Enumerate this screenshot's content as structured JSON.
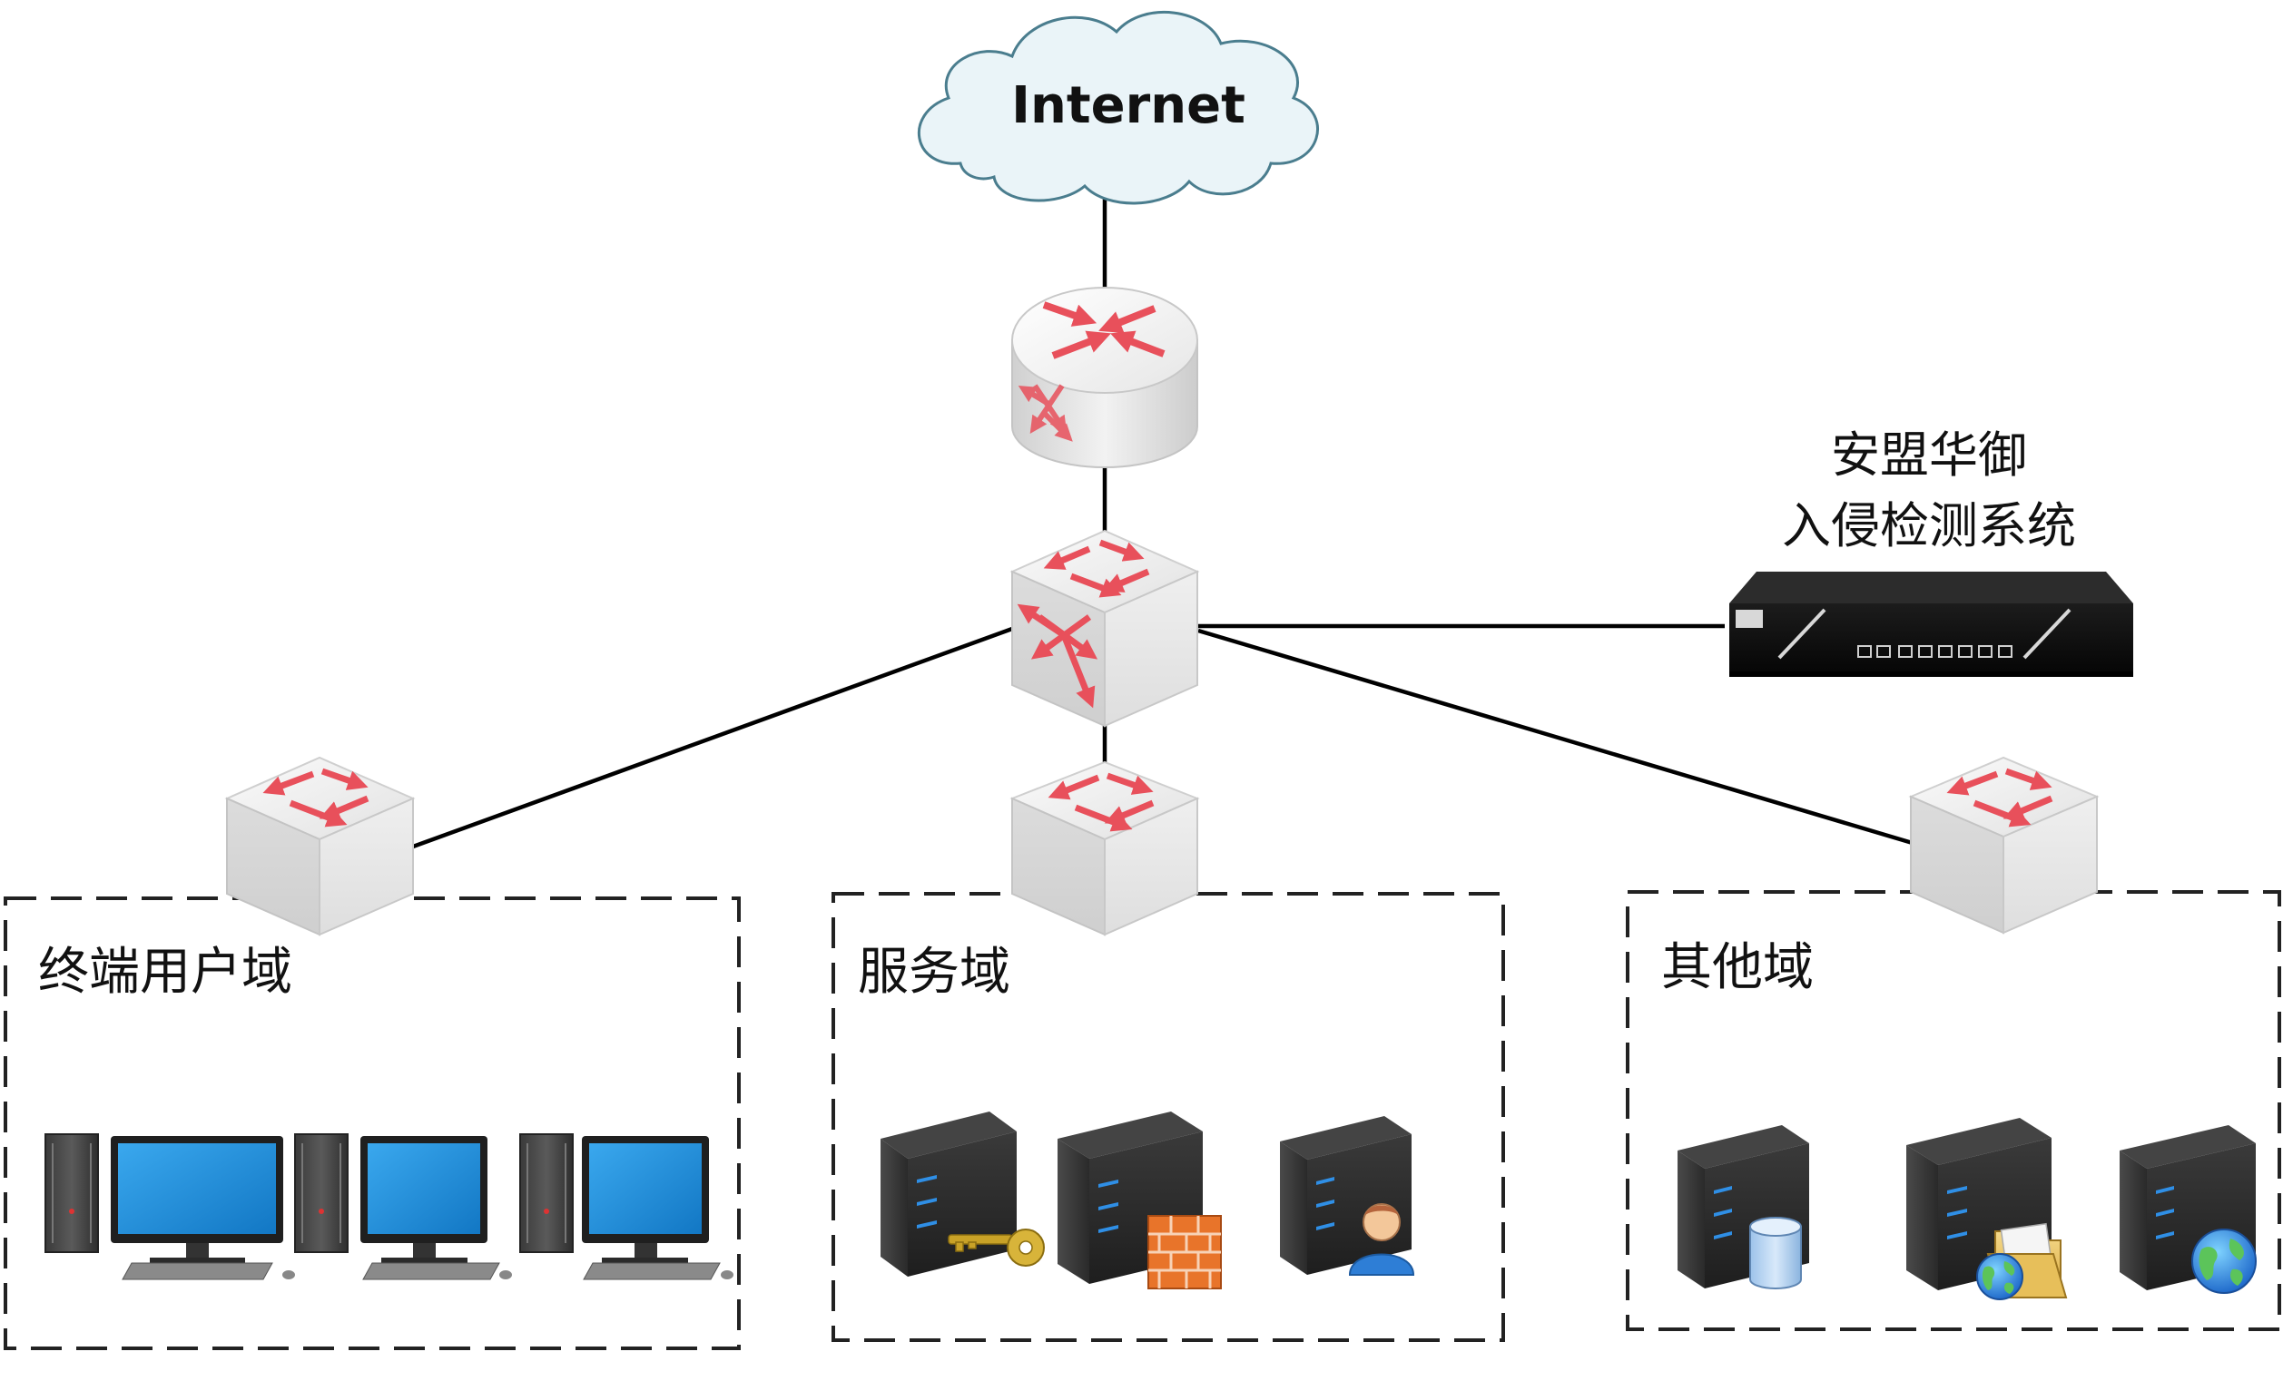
{
  "cloud": {
    "label": "Internet"
  },
  "ids_device": {
    "label_line1": "安盟华御",
    "label_line2": "入侵检测系统"
  },
  "zones": [
    {
      "id": "terminal",
      "label": "终端用户域"
    },
    {
      "id": "service",
      "label": "服务域"
    },
    {
      "id": "other",
      "label": "其他域"
    }
  ],
  "colors": {
    "arrow": "#e8505b",
    "cloud_fill": "#e9f4f8",
    "cloud_stroke": "#4a7d8e",
    "monitor_screen": "#1a8fd8",
    "server_body": "#2d2d2d",
    "server_led": "#2f8fe6",
    "line": "#000000"
  }
}
